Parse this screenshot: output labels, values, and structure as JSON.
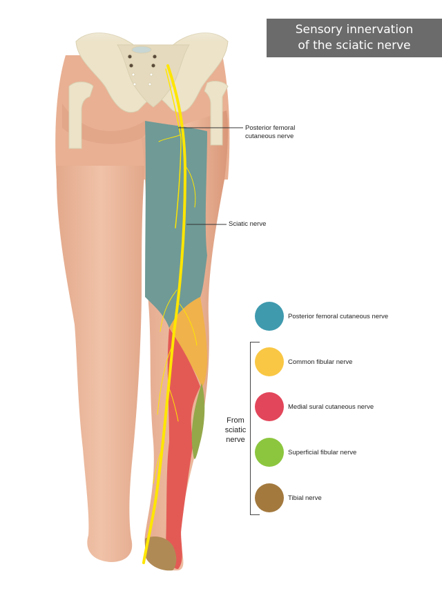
{
  "title": {
    "line1": "Sensory innervation",
    "line2": "of the sciatic nerve"
  },
  "callouts": [
    {
      "id": "posterior-femoral",
      "line1": "Posterior femoral",
      "line2": "cutaneous nerve"
    },
    {
      "id": "sciatic",
      "line1": "Sciatic nerve"
    }
  ],
  "legend": {
    "items": [
      {
        "label": "Posterior femoral cutaneous nerve",
        "color": "#3f9aae"
      },
      {
        "label": "Common fibular nerve",
        "color": "#f9c744"
      },
      {
        "label": "Medial sural cutaneous nerve",
        "color": "#e2465a"
      },
      {
        "label": "Superficial fibular nerve",
        "color": "#8cc63f"
      },
      {
        "label": "Tibial nerve",
        "color": "#a3793e"
      }
    ],
    "group_label": {
      "line1": "From",
      "line2": "sciatic",
      "line3": "nerve"
    }
  },
  "colors": {
    "skin": "#eab69c",
    "skin_dark": "#dc9a7e",
    "bone": "#ece3c9",
    "nerve": "#ffe600",
    "title_bg": "#6b6b6b",
    "region_posterior_femoral": "#6f9a96",
    "region_common_fibular": "#f0b24a",
    "region_medial_sural": "#e35a55",
    "region_superficial_fibular": "#94a84a",
    "region_tibial": "#b08a55"
  }
}
